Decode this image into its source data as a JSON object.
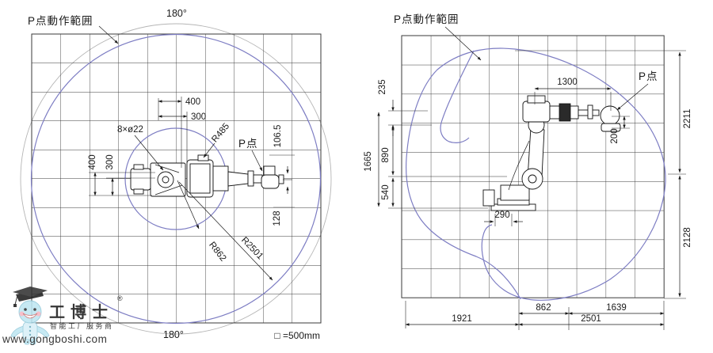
{
  "left_panel": {
    "title": "P点動作範囲",
    "angle_top": "180°",
    "angle_bottom": "180°",
    "scale_note": "□ =500mm",
    "dims": {
      "top_h1": "400",
      "top_h2": "300",
      "left_v1": "400",
      "left_v2": "300",
      "holes": "8×ø22",
      "r_arm": "R485",
      "p_point": "P点",
      "offset_upper": "106.5",
      "offset_lower": "128",
      "r_rear": "R862",
      "r_reach": "R2501"
    }
  },
  "right_panel": {
    "title": "P点動作範囲",
    "dims": {
      "arm_span": "1300",
      "p_point": "P点",
      "wrist_drop": "200",
      "top_offset": "235",
      "total_height": "1665",
      "upper_height": "890",
      "base_height": "540",
      "base_front": "290",
      "reach_up": "2211",
      "reach_down": "2128",
      "rear_reach": "862",
      "front_reach": "1639",
      "rear_total": "1921",
      "max_reach": "2501"
    }
  },
  "watermark": {
    "brand": "工博士",
    "registered": "®",
    "tagline": "智能工厂服务商",
    "url": "www.gongboshi.com"
  },
  "colors": {
    "envelope_blue": "#7d7dc3",
    "grid": "#3a3a3a",
    "gray_arc": "#b5b5b5",
    "brand_red": "#c9302c",
    "mascot_blue": "#bfe6f2"
  }
}
